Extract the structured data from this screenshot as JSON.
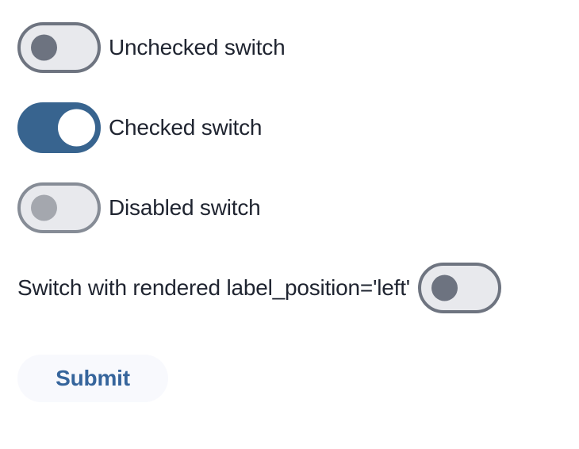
{
  "colors": {
    "track_off_bg": "#e8e9ed",
    "track_off_border": "#6e7480",
    "knob_off": "#6d7380",
    "track_on_bg": "#38648f",
    "knob_on": "#ffffff",
    "track_disabled_border": "#868c96",
    "knob_disabled": "#a4a7ae",
    "label_text": "#1f2430",
    "button_bg": "#f8f9fd",
    "button_text": "#36659c"
  },
  "switches": [
    {
      "label": "Unchecked switch",
      "checked": false,
      "disabled": false,
      "label_position": "right"
    },
    {
      "label": "Checked switch",
      "checked": true,
      "disabled": false,
      "label_position": "right"
    },
    {
      "label": "Disabled switch",
      "checked": false,
      "disabled": true,
      "label_position": "right"
    },
    {
      "label": "Switch with rendered label_position='left'",
      "checked": false,
      "disabled": false,
      "label_position": "left"
    }
  ],
  "submit_button": {
    "label": "Submit"
  }
}
